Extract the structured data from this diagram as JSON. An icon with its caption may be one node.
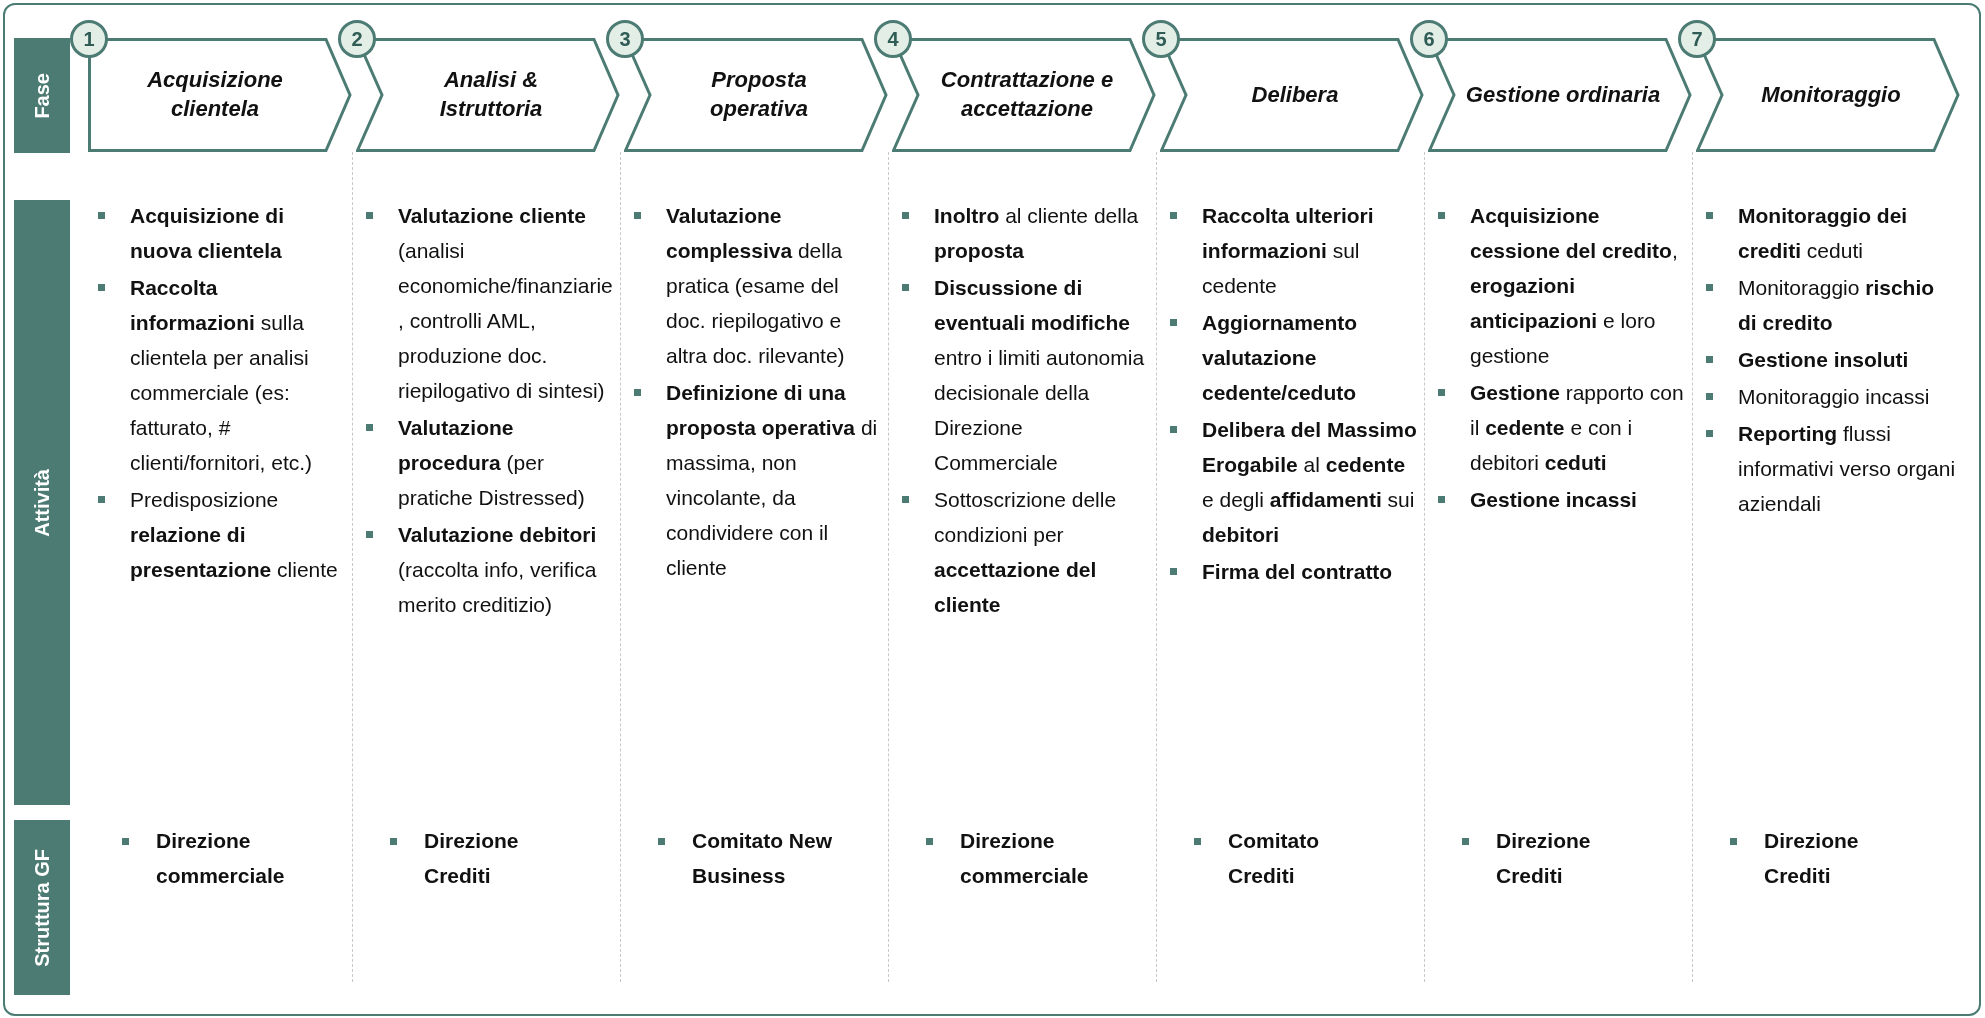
{
  "diagram": {
    "nodes": [
      {
        "text": [
          "Fase"
        ]
      },
      {
        "text": [
          "Attività"
        ]
      },
      {
        "text": [
          "Struttura GF"
        ]
      },
      {
        "text": [
          "1"
        ]
      },
      {
        "text": [
          "Acquisizione clientela"
        ]
      },
      {
        "text": [
          "2"
        ]
      },
      {
        "text": [
          "Analisi & Istruttoria"
        ]
      },
      {
        "text": [
          "3"
        ]
      },
      {
        "text": [
          "Proposta operativa"
        ]
      },
      {
        "text": [
          "4"
        ]
      },
      {
        "text": [
          "Contrattazione e accettazione"
        ]
      },
      {
        "text": [
          "5"
        ]
      },
      {
        "text": [
          "Delibera"
        ]
      },
      {
        "text": [
          "6"
        ]
      },
      {
        "text": [
          "Gestione ordinaria"
        ]
      },
      {
        "text": [
          "7"
        ]
      },
      {
        "text": [
          "Monitoraggio"
        ]
      }
    ],
    "labels": [
      "**Acquisizione di nuova clientela**",
      "**Raccolta informazioni** sulla clientela per analisi commerciale (es: fatturato, # clienti/fornitori, etc.)",
      "Predisposizione **relazione di presentazione** cliente",
      "**Valutazione cliente** (analisi economiche/finanziarie, controlli AML, produzione doc. riepilogativo di sintesi)",
      "**Valutazione procedura**  (per pratiche Distressed)",
      "**Valutazione debitori** (raccolta info, verifica merito creditizio)",
      "**Valutazione complessiva** della pratica (esame del doc. riepilogativo e altra doc. rilevante)",
      "**Definizione di una proposta operativa** di massima, non vincolante, da condividere con il cliente",
      "**Inoltro** al cliente della **proposta**",
      "**Discussione di eventuali modifiche** entro i limiti autonomia decisionale della Direzione Commerciale",
      "Sottoscrizione delle condizioni per **accettazione del cliente**",
      "**Raccolta ulteriori informazioni** sul cedente",
      "**Aggiornamento valutazione cedente/ceduto**",
      "**Delibera del Massimo Erogabile** al **cedente** e degli **affidamenti** sui **debitori**",
      "**Firma del contratto**",
      "**Acquisizione cessione del credito**, **erogazioni anticipazioni** e loro gestione",
      "**Gestione** rapporto con il **cedente** e con i debitori **ceduti**",
      "**Gestione incassi**",
      "**Monitoraggio dei crediti** ceduti",
      "Monitoraggio **rischio di credito**",
      "**Gestione insoluti**",
      "Monitoraggio incassi",
      "**Reporting** flussi informativi verso organi aziendali",
      "Direzione commerciale",
      "Direzione Crediti",
      "Comitato New Business",
      "Direzione commerciale",
      "Comitato Crediti",
      "Direzione Crediti",
      "Direzione Crediti"
    ]
  }
}
